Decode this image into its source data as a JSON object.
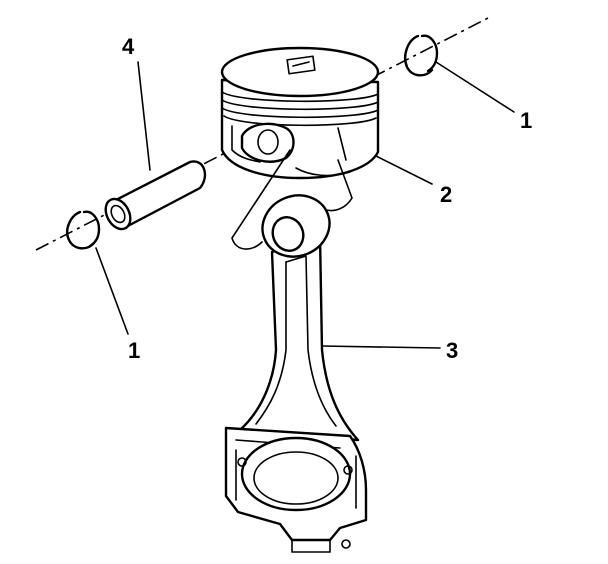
{
  "callouts": {
    "retainer_top": "1",
    "retainer_left": "1",
    "piston": "2",
    "connecting_rod": "3",
    "piston_pin": "4"
  }
}
